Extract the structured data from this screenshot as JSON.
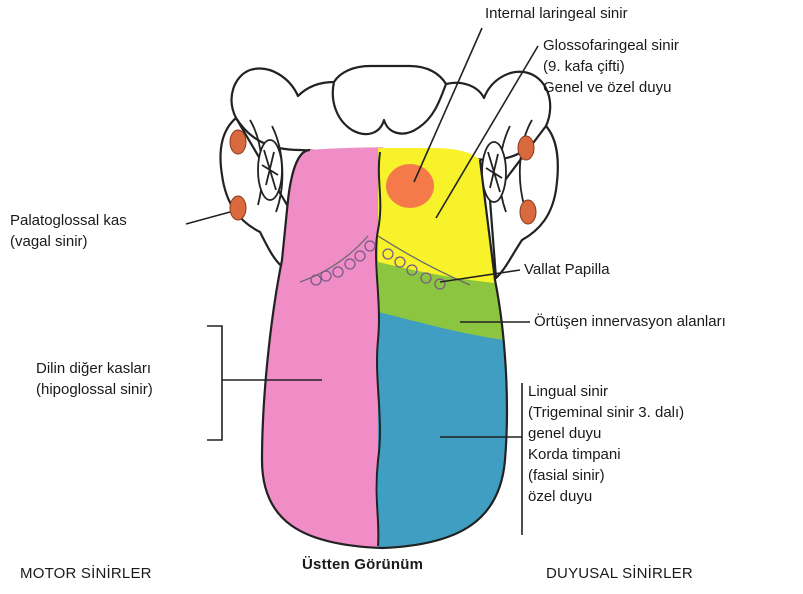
{
  "labels": {
    "internal_laryngeal": "Internal laringeal sinir",
    "glossopharyngeal": [
      "Glossofaringeal sinir",
      "(9. kafa çifti)",
      "Genel ve özel duyu"
    ],
    "palatoglossal": [
      "Palatoglossal kas",
      "(vagal sinir)"
    ],
    "vallate": "Vallat Papilla",
    "overlap": "Örtüşen innervasyon alanları",
    "other_muscles": [
      "Dilin diğer kasları",
      "(hipoglossal sinir)"
    ],
    "lingual": [
      "Lingual sinir",
      "(Trigeminal sinir 3. dalı)",
      "genel duyu",
      "Korda timpani",
      "(fasial sinir)",
      "özel duyu"
    ]
  },
  "captions": {
    "motor": "MOTOR SİNİRLER",
    "view": "Üstten Görünüm",
    "sensory": "DUYUSAL SİNİRLER"
  },
  "colors": {
    "pink": "#f08cc6",
    "yellow": "#f7f22a",
    "orange": "#f47a4a",
    "green": "#8cc640",
    "blue": "#3f9ec2",
    "tonsil": "#d96a3e"
  }
}
